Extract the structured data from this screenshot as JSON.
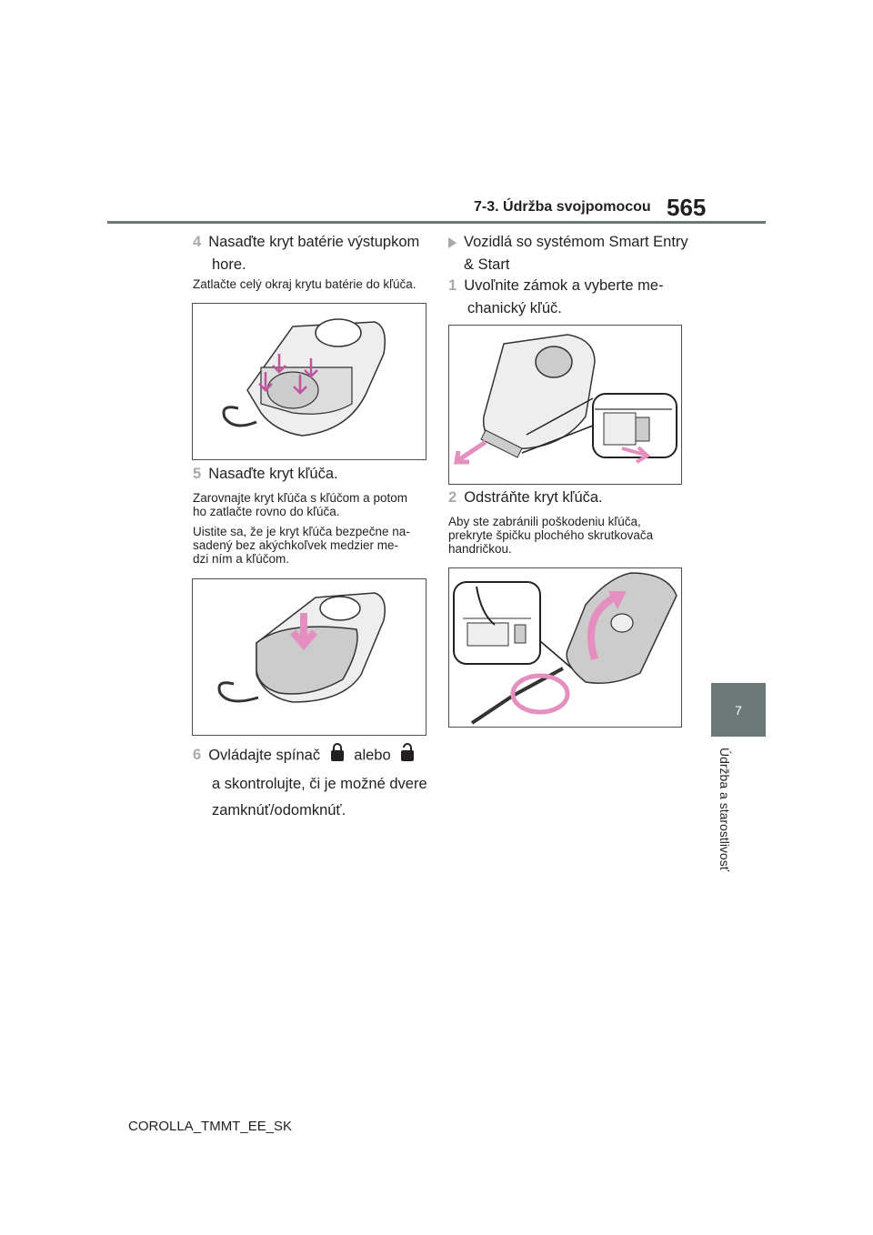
{
  "header": {
    "section_title": "7-3. Údržba svojpomocou",
    "page_number": "565"
  },
  "side_tab": {
    "chapter": "7",
    "label": "Údržba a starostlivosť"
  },
  "left_column": {
    "step4": {
      "number": "4",
      "line1": "Nasaďte kryt batérie výstupkom",
      "line2": "hore."
    },
    "note4": "Zatlačte celý okraj krytu batérie do kľúča.",
    "step5": {
      "number": "5",
      "text": "Nasaďte kryt kľúča."
    },
    "note5a_line1": "Zarovnajte kryt kľúča s kľúčom a potom",
    "note5a_line2": "ho zatlačte rovno do kľúča.",
    "note5b_line1": "Uistite sa, že je kryt kľúča bezpečne na-",
    "note5b_line2": "sadený bez akýchkoľvek medzier me-",
    "note5b_line3": "dzi ním a kľúčom.",
    "step6": {
      "number": "6",
      "part1": "Ovládajte spínač",
      "part2": "alebo",
      "line2": "a skontrolujte, či je možné dvere",
      "line3": "zamknúť/odomknúť."
    }
  },
  "right_column": {
    "heading_line1": "Vozidlá so systémom Smart Entry",
    "heading_line2": "& Start",
    "step1": {
      "number": "1",
      "line1": "Uvoľnite zámok a vyberte me-",
      "line2": "chanický kľúč."
    },
    "step2": {
      "number": "2",
      "text": "Odstráňte kryt kľúča."
    },
    "note2_line1": "Aby ste zabránili poškodeniu kľúča,",
    "note2_line2": "prekryte špičku plochého skrutkovača",
    "note2_line3": "handričkou."
  },
  "footer": {
    "doc_code": "COROLLA_TMMT_EE_SK"
  },
  "colors": {
    "accent_gray": "#6b7877",
    "step_number": "#a8a9ad",
    "arrow_pink": "#e48fc0"
  },
  "icons": [
    "lock-icon",
    "unlock-icon",
    "arrow-icon"
  ]
}
